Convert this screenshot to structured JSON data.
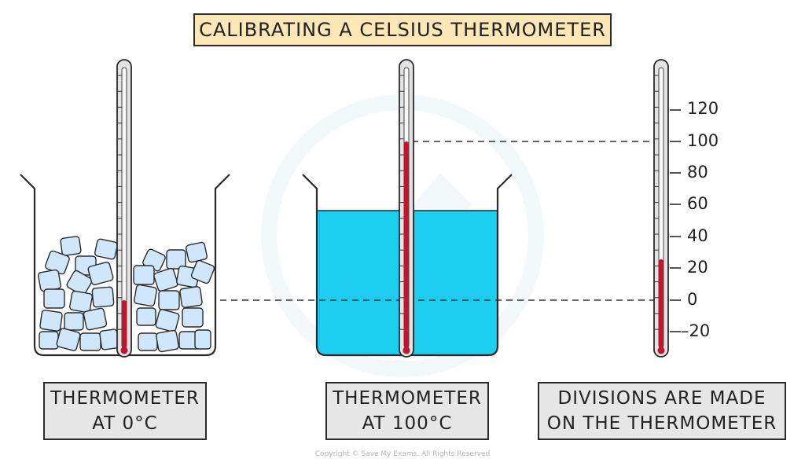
{
  "title": "CALIBRATING A CELSIUS THERMOMETER",
  "captions": [
    {
      "line1": "THERMOMETER",
      "line2": "AT 0°C"
    },
    {
      "line1": "THERMOMETER",
      "line2": "AT 100°C"
    },
    {
      "line1": "DIVISIONS ARE MADE",
      "line2": "ON THE THERMOMETER"
    }
  ],
  "scale_labels": [
    "120",
    "100",
    "80",
    "60",
    "40",
    "20",
    "0",
    "–20"
  ],
  "copyright": "Copyright © Save My Exams. All Rights Reserved",
  "colors": {
    "water": "#1ccdf0",
    "ice": "#cfe6fb",
    "mercury": "#c1142f",
    "title_bg": "#fde7b6",
    "caption_bg": "#e6e6e6"
  }
}
